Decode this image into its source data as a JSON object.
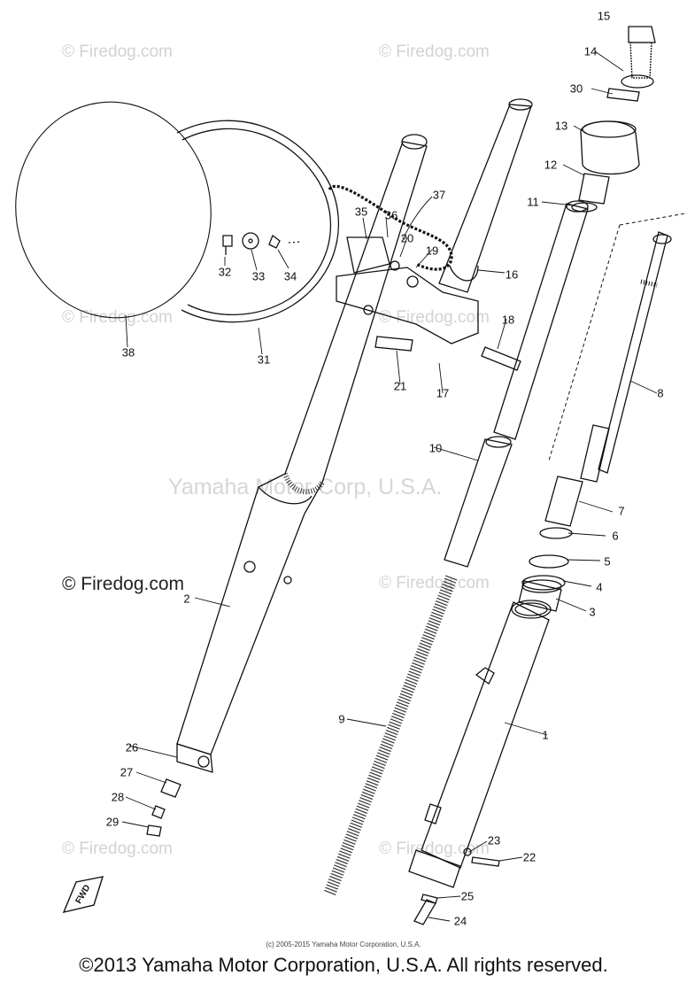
{
  "watermarks": [
    "© Firedog.com",
    "© Firedog.com",
    "© Firedog.com",
    "© Firedog.com",
    "© Firedog.com",
    "© Firedog.com",
    "© Firedog.com",
    "© Firedog.com"
  ],
  "watermark_center": "Yamaha Motor Corp, U.S.A.",
  "watermark_dark": "© Firedog.com",
  "small_copyright": "(c) 2005-2015 Yamaha Motor Corporation, U.S.A.",
  "footer": "©2013 Yamaha Motor Corporation, U.S.A. All rights reserved.",
  "fwd_label": "FWD",
  "callouts": [
    "15",
    "14",
    "30",
    "13",
    "12",
    "11",
    "37",
    "36",
    "35",
    "20",
    "19",
    "16",
    "32",
    "33",
    "34",
    "38",
    "31",
    "18",
    "21",
    "17",
    "8",
    "10",
    "7",
    "6",
    "5",
    "4",
    "3",
    "2",
    "9",
    "1",
    "26",
    "27",
    "28",
    "29",
    "23",
    "22",
    "25",
    "24"
  ]
}
